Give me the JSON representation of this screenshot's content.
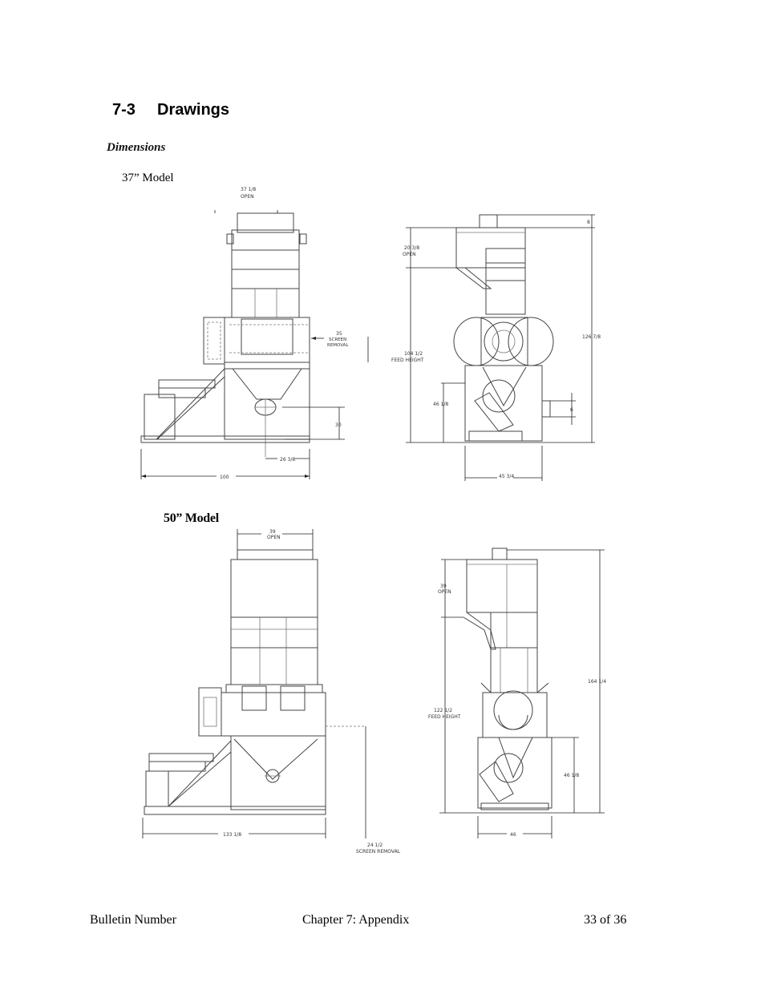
{
  "section": {
    "number": "7-3",
    "title": "Drawings"
  },
  "subheading": "Dimensions",
  "models": {
    "m37": {
      "label": "37” Model",
      "dims": {
        "open_top": "37 1/8",
        "open_top_sub": "OPEN",
        "screen_removal": "35",
        "screen_removal_sub1": "SCREEN",
        "screen_removal_sub2": "REMOVAL",
        "height_30": "30",
        "offset_26": "26 3/8",
        "width_100": "100",
        "top_8": "8",
        "open_side": "20 3/8",
        "open_side_sub": "OPEN",
        "feed_height": "104 1/2",
        "feed_height_sub": "FEED HEIGHT",
        "overall_height": "126 7/8",
        "side_height": "46 1/8",
        "small_6": "6",
        "depth": "45 3/4"
      }
    },
    "m50": {
      "label": "50” Model",
      "dims": {
        "open_top": "39",
        "open_top_sub": "OPEN",
        "open_side": "39",
        "open_side_sub": "OPEN",
        "overall_height": "164 1/4",
        "feed_height": "122 1/2",
        "feed_height_sub": "FEED HEIGHT",
        "side_height": "46 1/8",
        "width": "133 1/8",
        "depth": "46",
        "screen_removal": "24 1/2",
        "screen_removal_sub": "SCREEN REMOVAL"
      }
    }
  },
  "footer": {
    "left": "Bulletin Number",
    "center": "Chapter 7: Appendix",
    "right": "33 of 36"
  }
}
